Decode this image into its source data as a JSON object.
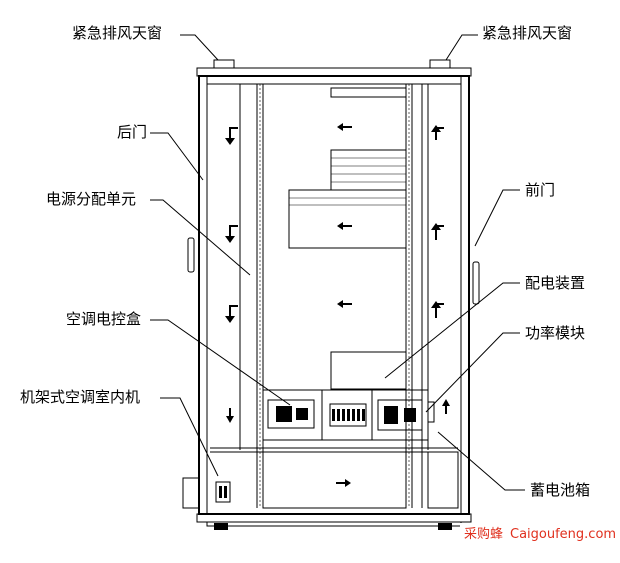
{
  "labels": {
    "emergency_vent_left": "紧急排风天窗",
    "emergency_vent_right": "紧急排风天窗",
    "rear_door": "后门",
    "front_door": "前门",
    "power_distribution_unit": "电源分配单元",
    "distribution_device": "配电装置",
    "ac_control_box": "空调电控盒",
    "power_module": "功率模块",
    "rack_ac_indoor_unit": "机架式空调室内机",
    "battery_box": "蓄电池箱"
  },
  "watermark": {
    "cn": "采购蜂",
    "en": "Caigoufeng.com"
  },
  "colors": {
    "line": "#000000",
    "background": "#ffffff",
    "watermark": "#e0301e"
  }
}
